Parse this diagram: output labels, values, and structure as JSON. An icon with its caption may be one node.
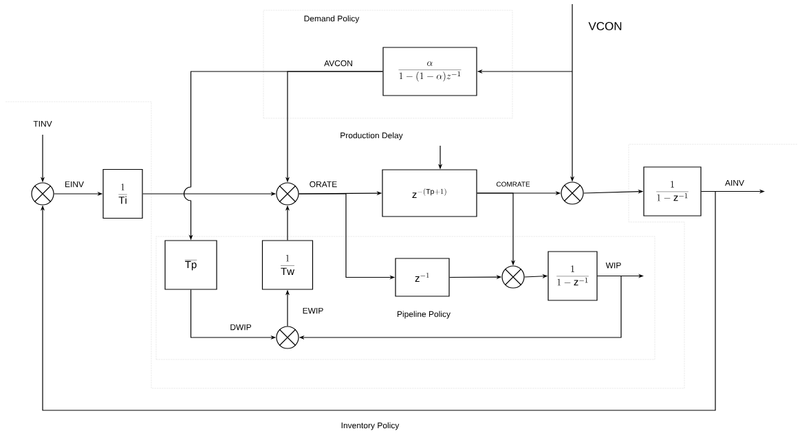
{
  "diagram": {
    "nodes": [
      {
        "text": [
          "Demand Policy"
        ]
      },
      {
        "text": [
          "\\frac{\\alpha}{1-(1-\\alpha)z^{-1}}"
        ],
        "in": 0
      },
      {
        "text": [],
        "shape": "circle"
      },
      {
        "text": [
          "\\frac{1}{\\mathrm{Ti}}"
        ]
      },
      {
        "text": [],
        "shape": "circle"
      },
      {
        "text": [
          "\\mathrm{z}^{-(\\mathrm{Tp}+1)}"
        ]
      },
      {
        "text": [],
        "shape": "circle"
      },
      {
        "text": [
          "\\frac{1}{1-\\mathrm{z}^{-1}}"
        ]
      },
      {
        "text": [
          "Pipeline Policy"
        ]
      },
      {
        "text": [
          "\\overline{\\mathrm{Tp}}"
        ],
        "in": 8
      },
      {
        "text": [
          "\\frac{1}{\\mathrm{Tw}}"
        ],
        "in": 8
      },
      {
        "text": [
          "\\mathrm{z}^{-1}"
        ],
        "in": 8
      },
      {
        "text": [],
        "shape": "circle",
        "in": 8
      },
      {
        "text": [
          "\\frac{1}{1-\\mathrm{z}^{-1}}"
        ],
        "in": 8
      },
      {
        "text": [],
        "shape": "circle",
        "in": 8
      }
    ],
    "edges": [
      {
        "from": null,
        "to": 2,
        "arrow": "to",
        "label": "TINV"
      },
      {
        "from": 2,
        "to": 3,
        "arrow": "to",
        "label": "EINV"
      },
      {
        "from": 3,
        "to": 4,
        "arrow": "to"
      },
      {
        "from": 1,
        "to": 4,
        "arrow": "to",
        "label": "AVCON"
      },
      {
        "from": 1,
        "to": 9,
        "arrow": "to"
      },
      {
        "from": 4,
        "to": 5,
        "arrow": "to",
        "label": "ORATE"
      },
      {
        "from": 4,
        "to": 11,
        "arrow": "to"
      },
      {
        "from": null,
        "to": 5,
        "arrow": "to",
        "label": "Production Delay"
      },
      {
        "from": 5,
        "to": 6,
        "arrow": "to",
        "label": "COMRATE"
      },
      {
        "from": 5,
        "to": 12,
        "arrow": "to"
      },
      {
        "from": null,
        "to": 6,
        "arrow": "to",
        "label": "VCON"
      },
      {
        "from": null,
        "to": 1,
        "arrow": "to"
      },
      {
        "from": 6,
        "to": 7,
        "arrow": "to"
      },
      {
        "from": 7,
        "to": null,
        "arrow": "to",
        "label": "AINV"
      },
      {
        "from": 7,
        "to": 2,
        "arrow": "to"
      },
      {
        "from": 11,
        "to": 12,
        "arrow": "to"
      },
      {
        "from": 12,
        "to": 13,
        "arrow": "to"
      },
      {
        "from": 13,
        "to": null,
        "arrow": "to",
        "label": "WIP"
      },
      {
        "from": 13,
        "to": 14,
        "arrow": "to"
      },
      {
        "from": 9,
        "to": 14,
        "arrow": "to",
        "label": "DWIP"
      },
      {
        "from": 14,
        "to": 10,
        "arrow": "to",
        "label": "EWIP"
      },
      {
        "from": 10,
        "to": 4,
        "arrow": "to"
      }
    ],
    "labels": [
      "Inventory Policy"
    ]
  }
}
